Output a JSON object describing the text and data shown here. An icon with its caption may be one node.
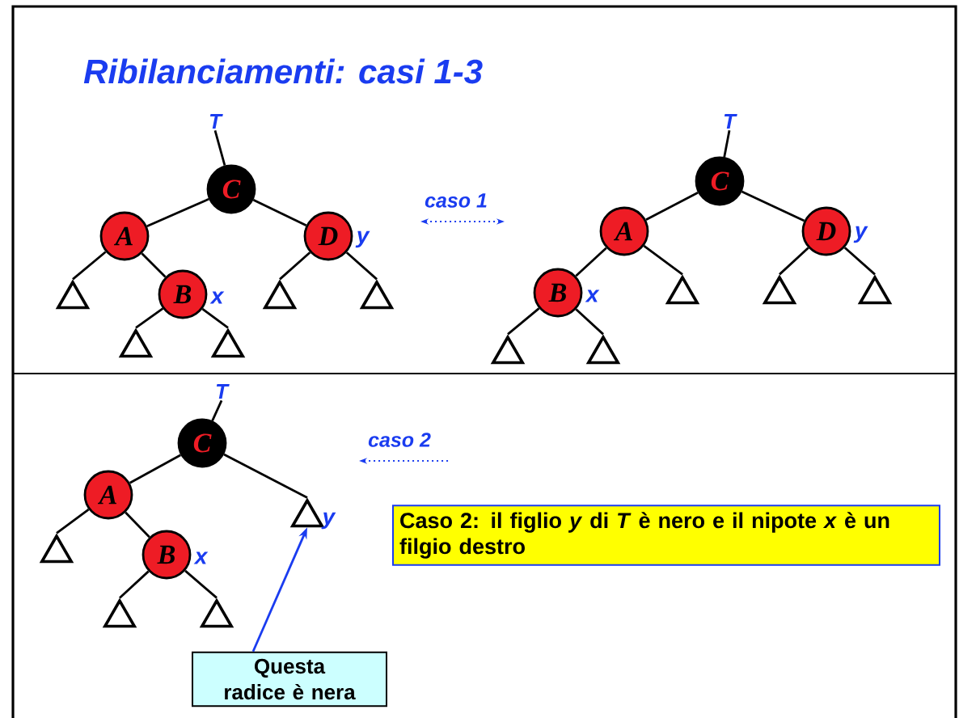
{
  "diagram": {
    "title": "Ribilanciamenti: casi 1-3",
    "nodes": [
      {
        "text": [
          "T"
        ]
      },
      {
        "text": [
          "C"
        ]
      },
      {
        "text": [
          "A"
        ]
      },
      {
        "text": [
          "D"
        ],
        "beside": [
          "y"
        ]
      },
      {
        "text": [],
        "shape": "triangle"
      },
      {
        "text": [
          "B"
        ],
        "beside": [
          "x"
        ]
      },
      {
        "text": [],
        "shape": "triangle"
      },
      {
        "text": [],
        "shape": "triangle"
      },
      {
        "text": [],
        "shape": "triangle"
      },
      {
        "text": [],
        "shape": "triangle"
      },
      {
        "text": [
          "T"
        ]
      },
      {
        "text": [
          "C"
        ]
      },
      {
        "text": [
          "A"
        ]
      },
      {
        "text": [
          "D"
        ],
        "beside": [
          "y"
        ]
      },
      {
        "text": [
          "B"
        ],
        "beside": [
          "x"
        ]
      },
      {
        "text": [],
        "shape": "triangle"
      },
      {
        "text": [],
        "shape": "triangle"
      },
      {
        "text": [],
        "shape": "triangle"
      },
      {
        "text": [],
        "shape": "triangle"
      },
      {
        "text": [],
        "shape": "triangle"
      },
      {
        "text": [
          "T"
        ]
      },
      {
        "text": [
          "C"
        ]
      },
      {
        "text": [
          "A"
        ]
      },
      {
        "text": [],
        "shape": "triangle",
        "beside": [
          "y"
        ]
      },
      {
        "text": [],
        "shape": "triangle"
      },
      {
        "text": [
          "B"
        ],
        "beside": [
          "x"
        ]
      },
      {
        "text": [],
        "shape": "triangle"
      },
      {
        "text": [],
        "shape": "triangle"
      },
      {
        "text": [
          "Caso 2: il figlio *y* di *T* è nero e il nipote *x* è un filgio destro"
        ]
      },
      {
        "text": [
          "Questa radice è nera"
        ]
      }
    ],
    "edges": [
      {
        "from": 0,
        "to": 1,
        "arrow": "none"
      },
      {
        "from": 1,
        "to": 2,
        "arrow": "none"
      },
      {
        "from": 1,
        "to": 3,
        "arrow": "none"
      },
      {
        "from": 2,
        "to": 4,
        "arrow": "none"
      },
      {
        "from": 2,
        "to": 5,
        "arrow": "none"
      },
      {
        "from": 3,
        "to": 6,
        "arrow": "none"
      },
      {
        "from": 3,
        "to": 7,
        "arrow": "none"
      },
      {
        "from": 5,
        "to": 8,
        "arrow": "none"
      },
      {
        "from": 5,
        "to": 9,
        "arrow": "none"
      },
      {
        "from": 10,
        "to": 11,
        "arrow": "none"
      },
      {
        "from": 11,
        "to": 12,
        "arrow": "none"
      },
      {
        "from": 11,
        "to": 13,
        "arrow": "none"
      },
      {
        "from": 12,
        "to": 14,
        "arrow": "none"
      },
      {
        "from": 12,
        "to": 15,
        "arrow": "none"
      },
      {
        "from": 13,
        "to": 16,
        "arrow": "none"
      },
      {
        "from": 13,
        "to": 17,
        "arrow": "none"
      },
      {
        "from": 14,
        "to": 18,
        "arrow": "none"
      },
      {
        "from": 14,
        "to": 19,
        "arrow": "none"
      },
      {
        "from": 20,
        "to": 21,
        "arrow": "none"
      },
      {
        "from": 21,
        "to": 22,
        "arrow": "none"
      },
      {
        "from": 21,
        "to": 23,
        "arrow": "none"
      },
      {
        "from": 22,
        "to": 24,
        "arrow": "none"
      },
      {
        "from": 22,
        "to": 25,
        "arrow": "none"
      },
      {
        "from": 25,
        "to": 26,
        "arrow": "none"
      },
      {
        "from": 25,
        "to": 27,
        "arrow": "none"
      },
      {
        "from": 29,
        "to": 23,
        "arrow": "to",
        "color": "#1a3cf0"
      }
    ],
    "labels": [
      "caso 1",
      "caso 2"
    ]
  }
}
